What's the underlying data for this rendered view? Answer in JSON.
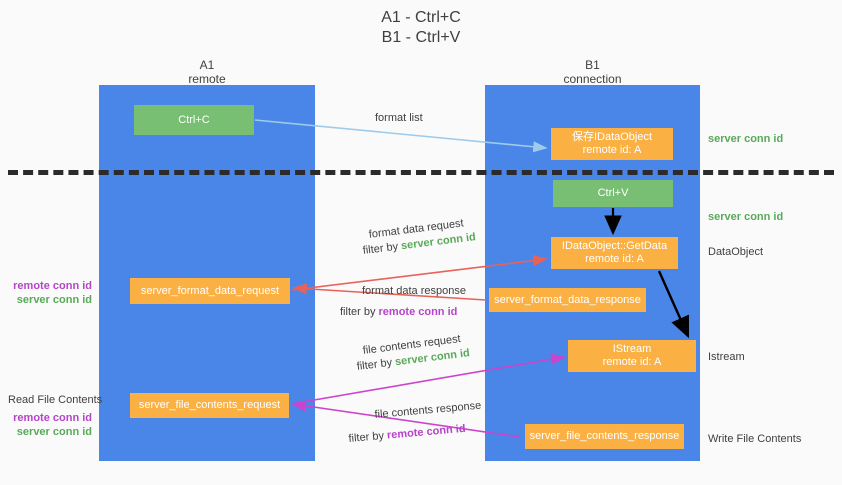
{
  "title": {
    "line1": "A1 - Ctrl+C",
    "line2": "B1 - Ctrl+V"
  },
  "columns": {
    "left": {
      "name": "A1",
      "role": "remote"
    },
    "right": {
      "name": "B1",
      "role": "connection"
    }
  },
  "boxes": {
    "ctrl_c": {
      "label": "Ctrl+C",
      "color": "#79bf73"
    },
    "save_idataobject": {
      "line1": "保存IDataObject",
      "line2": "remote id: A",
      "color": "#fbb043"
    },
    "ctrl_v": {
      "label": "Ctrl+V",
      "color": "#79bf73"
    },
    "getdata": {
      "line1": "IDataObject::GetData",
      "line2": "remote id: A",
      "color": "#fbb043"
    },
    "format_data_request": {
      "label": "server_format_data_request",
      "color": "#fbb043"
    },
    "format_data_response": {
      "label": "server_format_data_response",
      "color": "#fbb043"
    },
    "istream": {
      "line1": "IStream",
      "line2": "remote id: A",
      "color": "#fbb043"
    },
    "file_contents_request": {
      "label": "server_file_contents_request",
      "color": "#fbb043"
    },
    "file_contents_response": {
      "label": "server_file_contents_response",
      "color": "#fbb043"
    }
  },
  "right_labels": {
    "server_conn_id_1": "server conn id",
    "server_conn_id_2": "server conn id",
    "dataobject": "DataObject",
    "istream": "Istream",
    "write_file_contents": "Write File Contents"
  },
  "left_labels": {
    "remote_conn_id_1": "remote conn id",
    "server_conn_id_1": "server conn id",
    "read_file_contents": "Read File Contents",
    "remote_conn_id_2": "remote conn id",
    "server_conn_id_2": "server conn id"
  },
  "arrow_labels": {
    "format_list": "format list",
    "format_data_request": "format data request",
    "format_data_request_filter_prefix": "filter by ",
    "format_data_request_filter_value": "server conn id",
    "format_data_response": "format data response",
    "format_data_response_filter_prefix": "filter by ",
    "format_data_response_filter_value": "remote conn id",
    "file_contents_request": "file contents request",
    "file_contents_request_filter_prefix": "filter by ",
    "file_contents_request_filter_value": "server conn id",
    "file_contents_response": "file contents response",
    "file_contents_response_filter_prefix": "filter by ",
    "file_contents_response_filter_value": "remote conn id"
  },
  "colors": {
    "panel": "#4a86e8",
    "green_box": "#79bf73",
    "orange_box": "#fbb043",
    "server_conn_id": "#5aa95a",
    "remote_conn_id": "#b545c8",
    "arrow_light_blue": "#9ecbec",
    "arrow_red": "#e8625a",
    "arrow_magenta": "#cc44cc",
    "arrow_black": "#000000",
    "dashed_line": "#2b2b2b",
    "background": "#fafafa"
  }
}
